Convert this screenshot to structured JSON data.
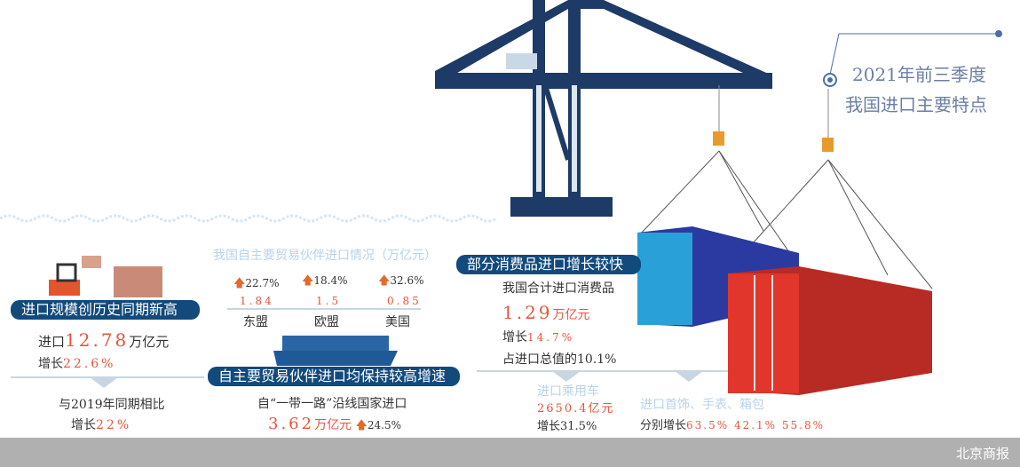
{
  "title": {
    "line1": "2021年前三季度",
    "line2": "我国进口主要特点"
  },
  "scale": {
    "banner": "进口规模创历史同期新高",
    "import_prefix": "进口",
    "import_value": "12.78",
    "import_unit": "万亿元",
    "growth_prefix": "增长",
    "growth_value": "22.6%",
    "compare_text": "与2019年同期相比",
    "compare_growth_prefix": "增长",
    "compare_growth_value": "22%"
  },
  "partners": {
    "title": "我国自主要贸易伙伴进口情况（万亿元）",
    "items": [
      {
        "name": "东盟",
        "value": "1.84",
        "growth": "22.7%"
      },
      {
        "name": "欧盟",
        "value": "1.5",
        "growth": "18.4%"
      },
      {
        "name": "美国",
        "value": "0.85",
        "growth": "32.6%"
      }
    ],
    "banner": "自主要贸易伙伴进口均保持较高增速",
    "belt_text": "自“一带一路”沿线国家进口",
    "belt_value": "3.62",
    "belt_unit": "万亿元",
    "belt_growth": "24.5%"
  },
  "consumer": {
    "banner": "部分消费品进口增长较快",
    "line1": "我国合计进口消费品",
    "value": "1.29",
    "unit": "万亿元",
    "growth_prefix": "增长",
    "growth_value": "14.7%",
    "share": "占进口总值的10.1%",
    "cars_title": "进口乘用车",
    "cars_value": "2650.4亿元",
    "cars_growth": "增长31.5%",
    "lux_title": "进口首饰、手表、箱包",
    "lux_prefix": "分别增长",
    "lux_values": "63.5%  42.1% 55.8%"
  },
  "footer": {
    "brand": "北京商报"
  },
  "colors": {
    "navy": "#124a7c",
    "accent": "#e8543c",
    "arrow": "#e36a2c"
  }
}
